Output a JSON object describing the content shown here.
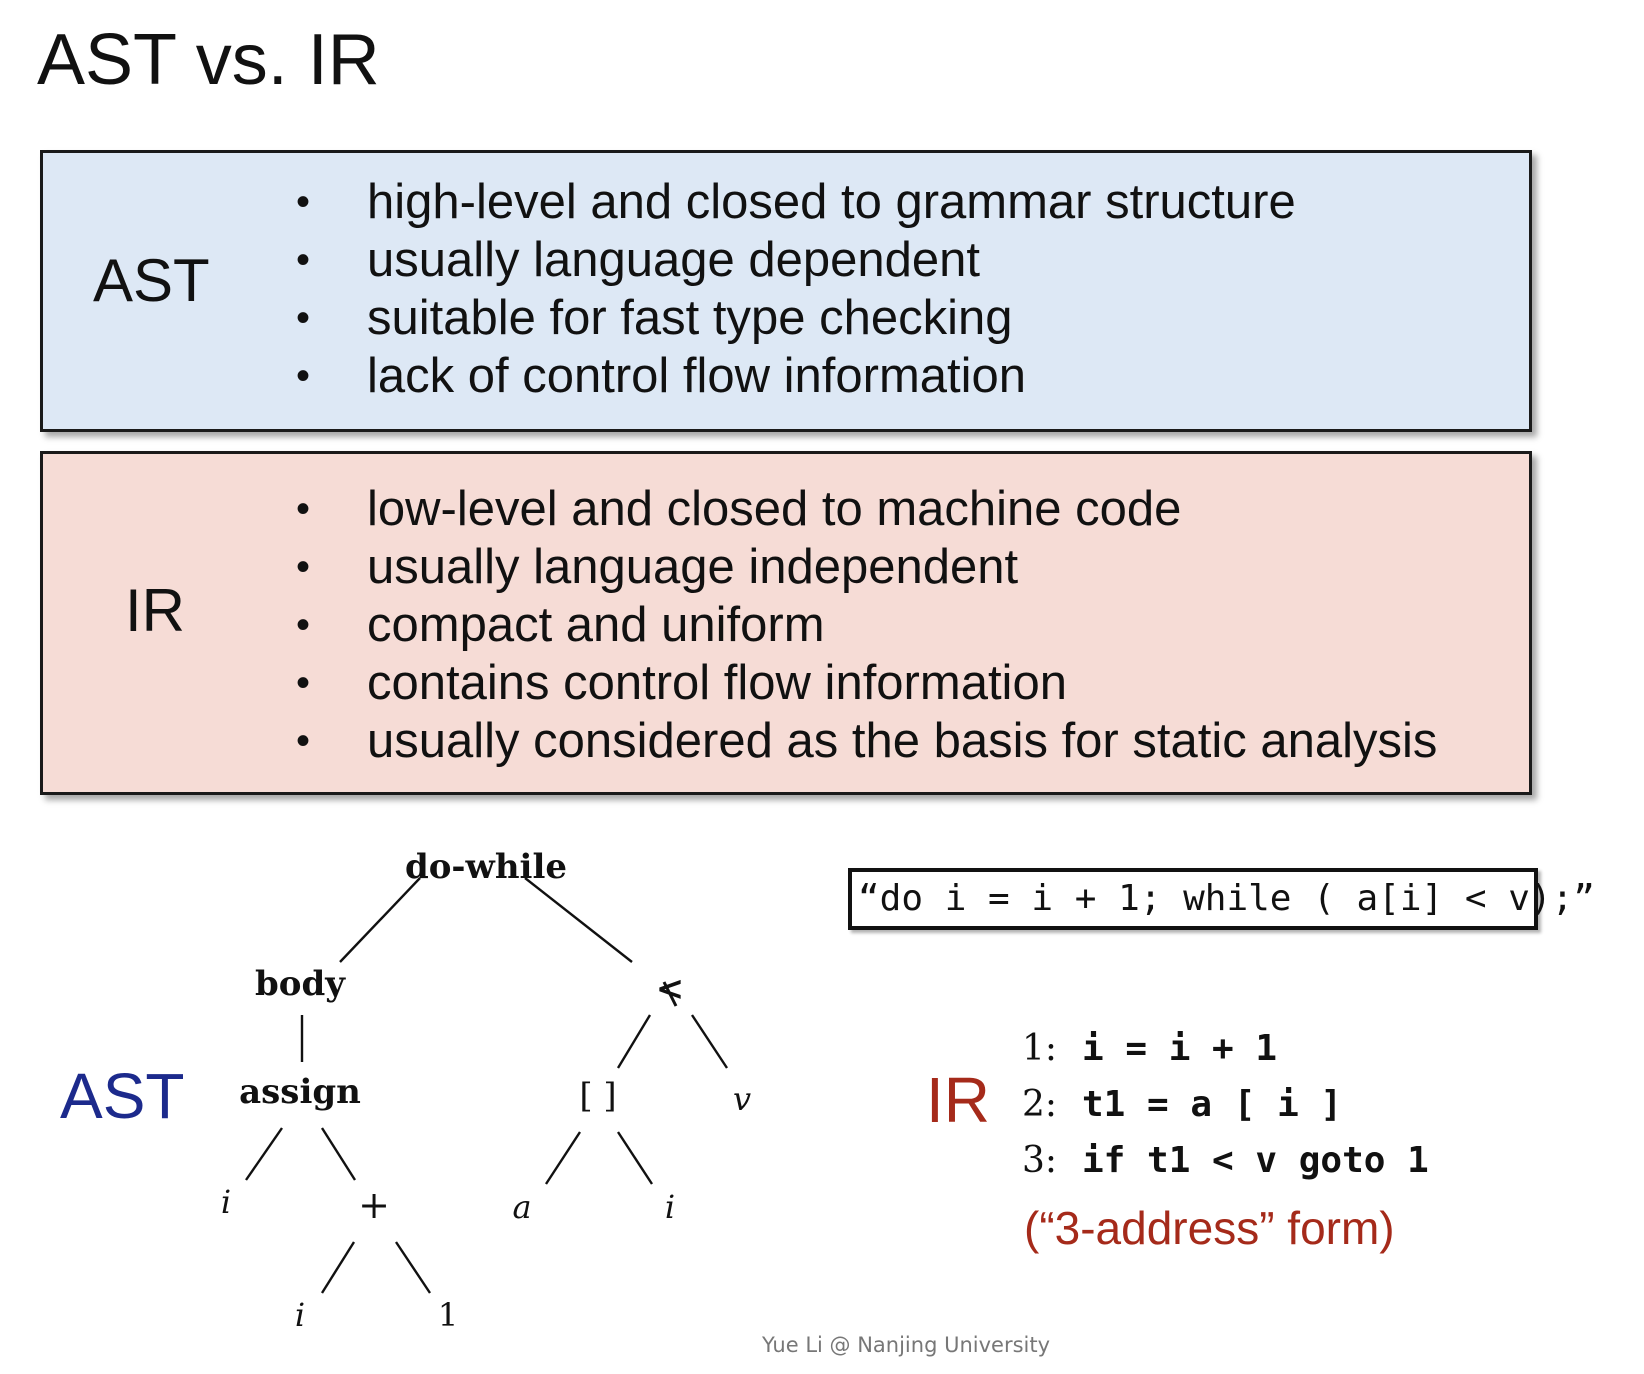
{
  "title": "AST vs. IR",
  "ast_box": {
    "label": "AST",
    "bullets": [
      "high-level and closed to grammar structure",
      "usually language dependent",
      "suitable for fast type checking",
      "lack of control flow information"
    ],
    "background": "#dde8f5"
  },
  "ir_box": {
    "label": "IR",
    "bullets": [
      "low-level and closed to machine code",
      "usually language independent",
      "compact and uniform",
      "contains control flow information",
      "usually considered as the basis for static analysis"
    ],
    "background": "#f6dcd6"
  },
  "bullet_glyph": "•",
  "ast_side_label": "AST",
  "ir_side_label": "IR",
  "code_snippet": "“do i = i + 1; while ( a[i] < v);”",
  "tree": {
    "root": "do-while",
    "body": "body",
    "lt": "<",
    "assign": "assign",
    "index": "[ ]",
    "v": "v",
    "i1": "i",
    "plus": "+",
    "a": "a",
    "i2": "i",
    "i3": "i",
    "one": "1"
  },
  "ir_code": [
    {
      "num": "1:",
      "stmt": "i = i + 1"
    },
    {
      "num": "2:",
      "stmt": "t1 = a [ i ]"
    },
    {
      "num": "3:",
      "stmt": "if t1 < v goto 1"
    }
  ],
  "ir_note": "(“3-address” form)",
  "footer": "Yue Li @ Nanjing University",
  "colors": {
    "ast_side": "#1c2a8c",
    "ir_accent": "#a52a1a"
  }
}
